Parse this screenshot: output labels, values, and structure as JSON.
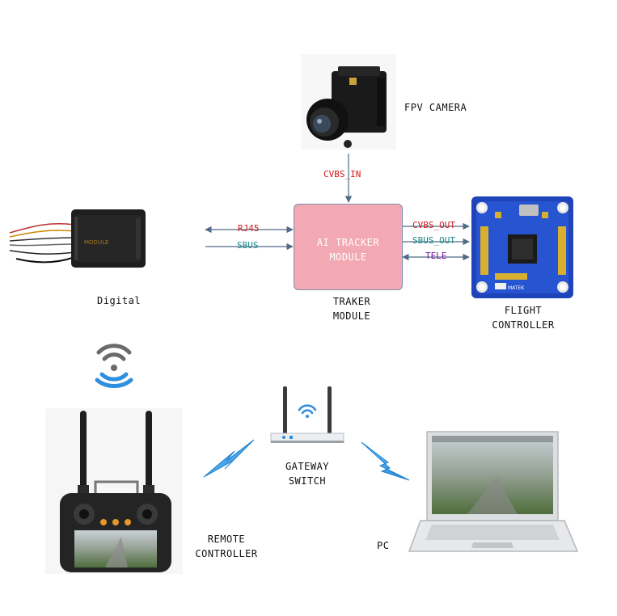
{
  "nodes": {
    "fpv_camera": "FPV CAMERA",
    "tracker": [
      "AI TRACKER",
      "MODULE"
    ],
    "tracker_caption": [
      "TRAKER",
      "MODULE"
    ],
    "flight_controller": [
      "FLIGHT",
      "CONTROLLER"
    ],
    "digital": "Digital",
    "gateway": [
      "GATEWAY",
      "SWITCH"
    ],
    "remote": [
      "REMOTE",
      "CONTROLLER"
    ],
    "pc": "PC"
  },
  "signals": {
    "cvbs_in": "CVBS_IN",
    "rj45": "RJ45",
    "sbus": "SBUS",
    "cvbs_out": "CVBS_OUT",
    "sbus_out": "SBUS_OUT",
    "tele": "TELE"
  },
  "colors": {
    "tracker_fill": "#f2a9b3",
    "wireless_blue": "#2f8fdf",
    "signal_red": "#d11a1a",
    "signal_teal": "#1a8a8a",
    "signal_purple": "#7a1a9a"
  },
  "icons": {
    "wireless": "wifi-icon",
    "lightning": "lightning-icon"
  }
}
